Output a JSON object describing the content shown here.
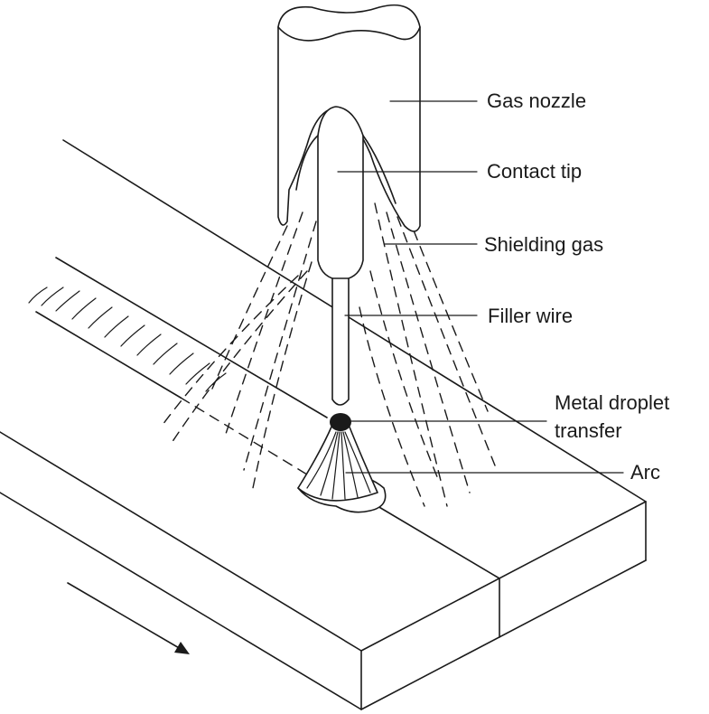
{
  "labels": {
    "gas_nozzle": "Gas nozzle",
    "contact_tip": "Contact tip",
    "shielding_gas": "Shielding gas",
    "filler_wire": "Filler wire",
    "metal_droplet_line1": "Metal droplet",
    "metal_droplet_line2": "transfer",
    "arc": "Arc"
  },
  "colors": {
    "ink": "#1a1a1a",
    "background": "#ffffff"
  }
}
